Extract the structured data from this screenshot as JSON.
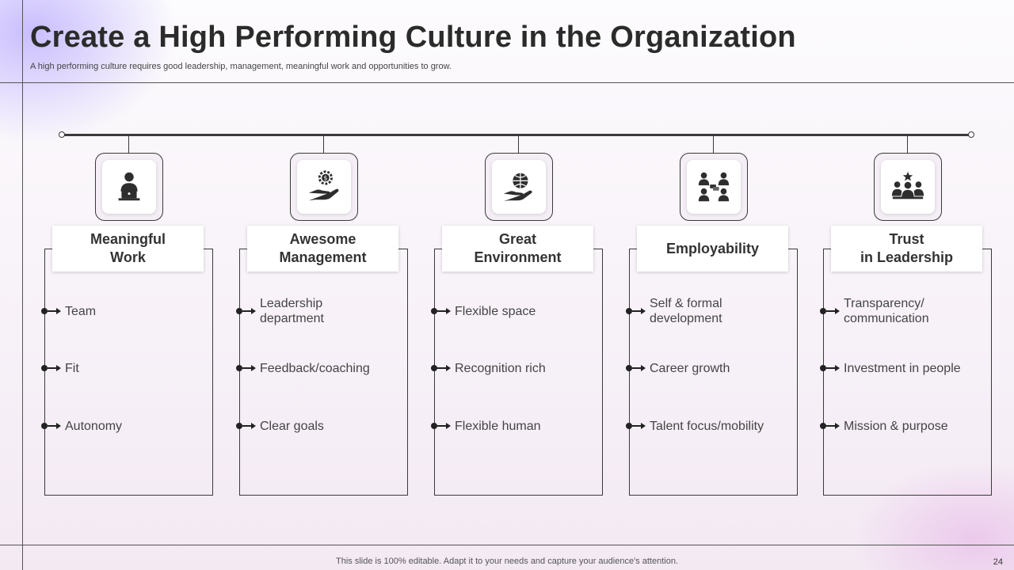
{
  "header": {
    "title": "Create a High Performing Culture in the Organization",
    "subtitle": "A high performing culture requires good leadership, management, meaningful work and opportunities to grow."
  },
  "columns": [
    {
      "icon": "employee-laptop-icon",
      "label": "Meaningful\nWork",
      "items": [
        "Team",
        "Fit",
        "Autonomy"
      ]
    },
    {
      "icon": "hand-money-gear-icon",
      "label": "Awesome\nManagement",
      "items": [
        "Leadership\ndepartment",
        "Feedback/coaching",
        "Clear goals"
      ]
    },
    {
      "icon": "hand-globe-icon",
      "label": "Great\nEnvironment",
      "items": [
        "Flexible space",
        "Recognition rich",
        "Flexible human"
      ]
    },
    {
      "icon": "team-network-icon",
      "label": "Employability",
      "items": [
        "Self & formal\ndevelopment",
        "Career growth",
        "Talent  focus/mobility"
      ]
    },
    {
      "icon": "leader-star-team-icon",
      "label": "Trust\nin Leadership",
      "items": [
        "Transparency/\ncommunication",
        "Investment  in people",
        "Mission & purpose"
      ]
    }
  ],
  "footer": {
    "note": "This slide is 100% editable. Adapt it to your needs and capture your audience's attention.",
    "page_number": "24"
  }
}
